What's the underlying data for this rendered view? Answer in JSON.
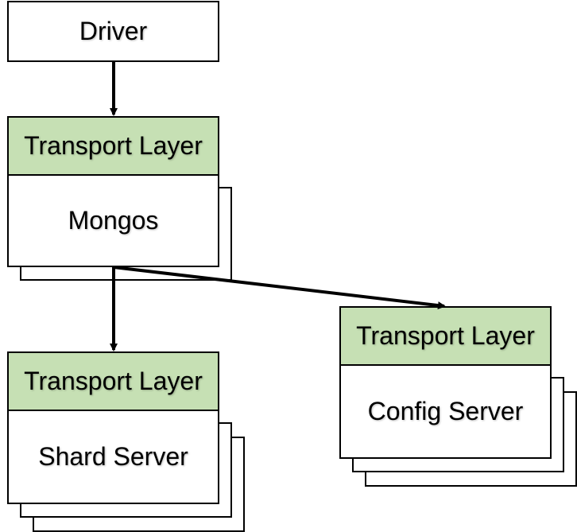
{
  "nodes": {
    "driver": {
      "label": "Driver"
    },
    "mongos": {
      "transport_label": "Transport Layer",
      "label": "Mongos"
    },
    "shard": {
      "transport_label": "Transport Layer",
      "label": "Shard Server"
    },
    "config": {
      "transport_label": "Transport Layer",
      "label": "Config Server"
    }
  },
  "colors": {
    "transport_fill": "#c6e0b4",
    "stroke": "#000000",
    "box_fill": "#ffffff"
  },
  "edges": [
    {
      "from": "driver",
      "to": "mongos"
    },
    {
      "from": "mongos",
      "to": "shard"
    },
    {
      "from": "mongos",
      "to": "config"
    }
  ]
}
